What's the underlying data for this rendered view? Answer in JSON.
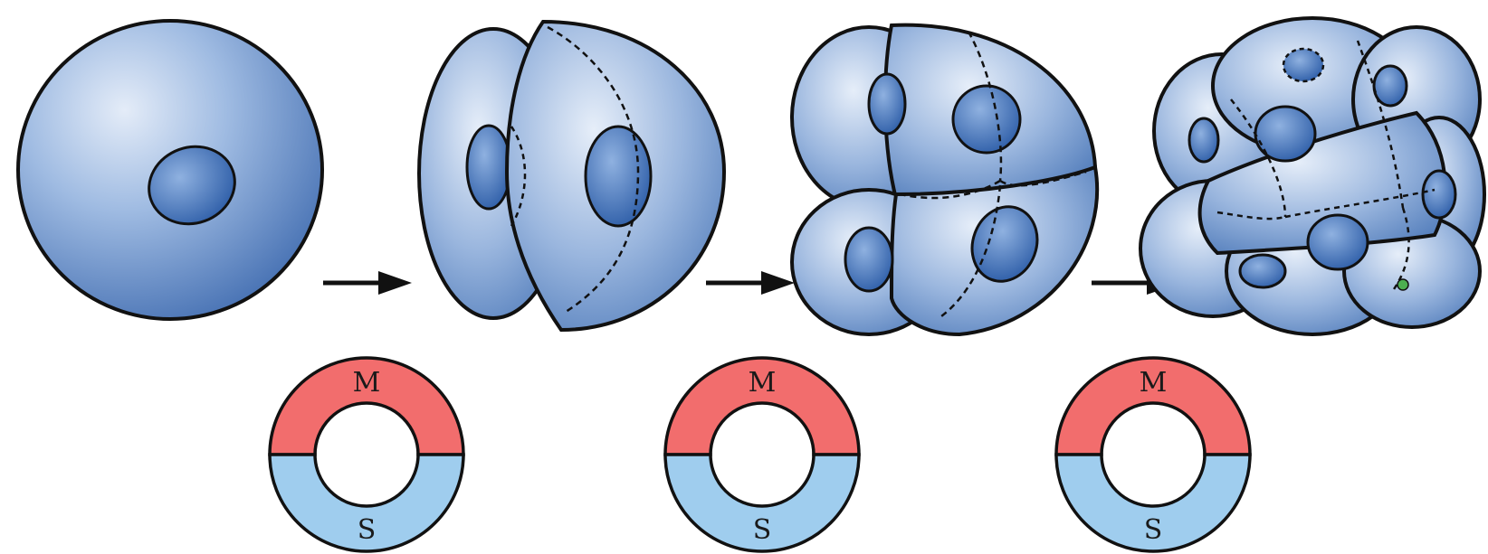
{
  "colors": {
    "cell_light": "#dde8f7",
    "cell_mid": "#8eaedb",
    "cell_dark": "#3f6bb0",
    "nucleus": "#3e70b8",
    "outline": "#111111",
    "m_phase": "#f26d6d",
    "s_phase": "#9fcdee",
    "arrow": "#111111"
  },
  "stages": [
    {
      "cells": 1
    },
    {
      "cells": 2
    },
    {
      "cells": 4
    },
    {
      "cells": 8
    }
  ],
  "cycle_rings": [
    {
      "top_label": "M",
      "bottom_label": "S"
    },
    {
      "top_label": "M",
      "bottom_label": "S"
    },
    {
      "top_label": "M",
      "bottom_label": "S"
    }
  ],
  "icons": {
    "arrow": "right-arrow-icon"
  }
}
